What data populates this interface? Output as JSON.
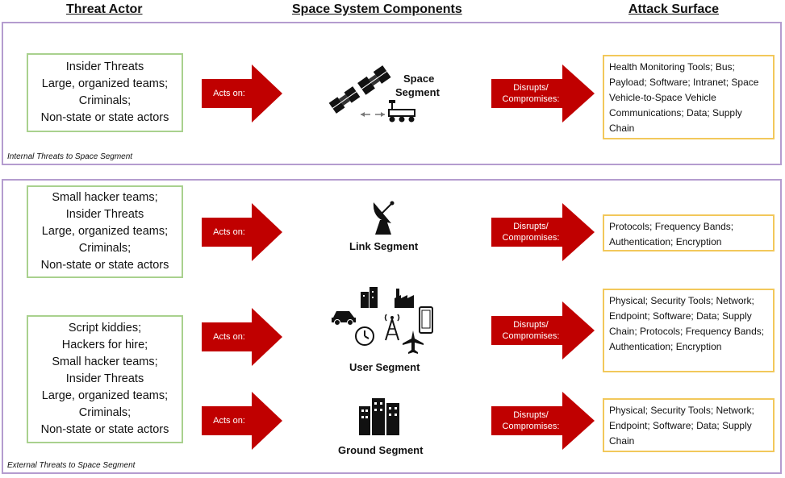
{
  "headers": {
    "threat_actor": "Threat Actor",
    "components": "Space System Components",
    "attack_surface": "Attack Surface"
  },
  "internal": {
    "caption": "Internal Threats to Space Segment",
    "actors": "Insider Threats\nLarge, organized teams;\nCriminals;\nNon-state or state actors",
    "acts_on": "Acts on:",
    "segment_line1": "Space",
    "segment_line2": "Segment",
    "disrupts": "Disrupts/\nCompromises:",
    "surface": "Health Monitoring Tools; Bus; Payload; Software; Intranet; Space Vehicle-to-Space Vehicle Communications; Data; Supply Chain"
  },
  "external": {
    "caption": "External Threats to Space Segment",
    "link": {
      "actors": "Small hacker teams;\nInsider Threats\nLarge, organized teams;\nCriminals;\nNon-state or state actors",
      "acts_on": "Acts on:",
      "segment": "Link Segment",
      "disrupts": "Disrupts/\nCompromises:",
      "surface": "Protocols; Frequency Bands; Authentication; Encryption"
    },
    "user": {
      "acts_on": "Acts on:",
      "segment": "User Segment",
      "disrupts": "Disrupts/\nCompromises:",
      "surface": "Physical; Security Tools; Network; Endpoint; Software; Data; Supply Chain; Protocols; Frequency Bands; Authentication; Encryption"
    },
    "ground": {
      "acts_on": "Acts on:",
      "segment": "Ground Segment",
      "disrupts": "Disrupts/\nCompromises:",
      "surface": "Physical; Security Tools; Network; Endpoint; Software; Data; Supply Chain"
    },
    "shared_actors": "Script kiddies;\nHackers for hire;\nSmall hacker teams;\nInsider Threats\nLarge, organized teams;\nCriminals;\nNon-state or state actors"
  },
  "colors": {
    "arrow": "#c00000",
    "panel_border": "#b49ccf",
    "actor_border": "#a9d18e",
    "surface_border": "#f2c85b"
  },
  "icons": [
    "satellite-icon",
    "rover-icon",
    "antenna-dish-icon",
    "city-icon",
    "factory-icon",
    "car-icon",
    "smartphone-icon",
    "clock-icon",
    "radio-tower-icon",
    "airplane-icon",
    "buildings-icon"
  ]
}
